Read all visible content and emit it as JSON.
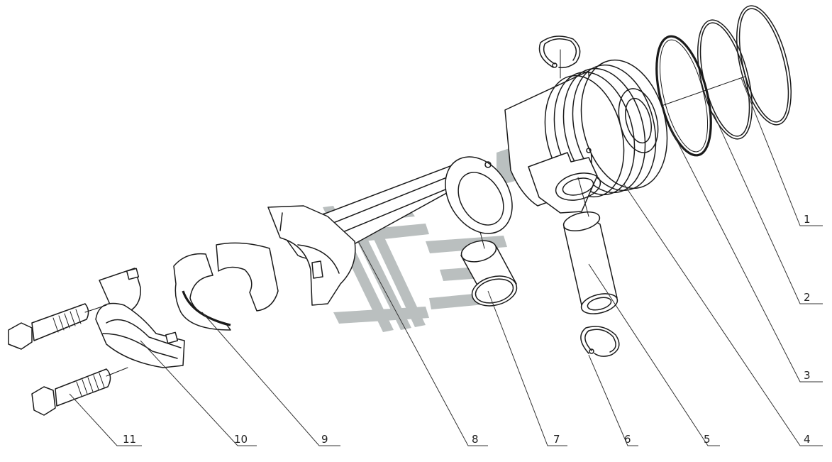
{
  "colors": {
    "line": "#1a1a1a",
    "watermark": "#a9b0b0",
    "background": "#ffffff"
  },
  "callouts": [
    {
      "id": "1",
      "label": "1"
    },
    {
      "id": "2",
      "label": "2"
    },
    {
      "id": "3",
      "label": "3"
    },
    {
      "id": "4",
      "label": "4"
    },
    {
      "id": "5",
      "label": "5"
    },
    {
      "id": "6",
      "label": "6"
    },
    {
      "id": "7",
      "label": "7"
    },
    {
      "id": "8",
      "label": "8"
    },
    {
      "id": "9",
      "label": "9"
    },
    {
      "id": "10",
      "label": "10"
    },
    {
      "id": "11",
      "label": "11"
    }
  ]
}
